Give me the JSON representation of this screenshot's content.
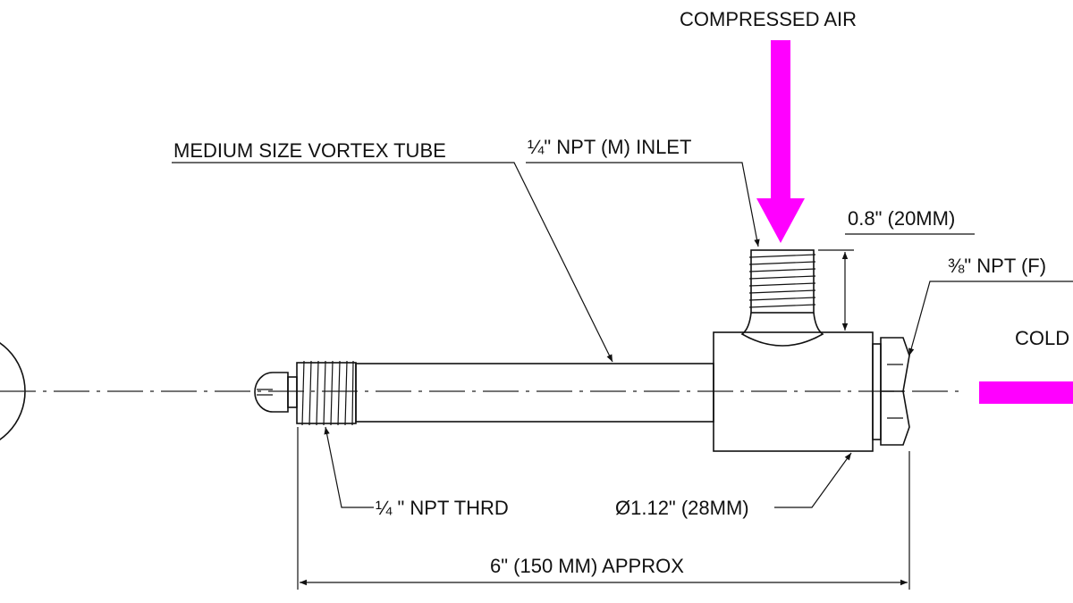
{
  "labels": {
    "compressed_air": "COMPRESSED AIR",
    "tube": "MEDIUM SIZE VORTEX TUBE",
    "inlet": "¼\" NPT (M) INLET",
    "inlet_height": "0.8\" (20MM)",
    "cold_port": "⅜\" NPT (F)",
    "cold": "COLD",
    "thread": "¼ \" NPT THRD",
    "diameter": "Ø1.12\" (28MM)",
    "length": "6\" (150 MM) APPROX"
  },
  "colors": {
    "flow_arrow": "#ff00ff",
    "line": "#111111"
  }
}
